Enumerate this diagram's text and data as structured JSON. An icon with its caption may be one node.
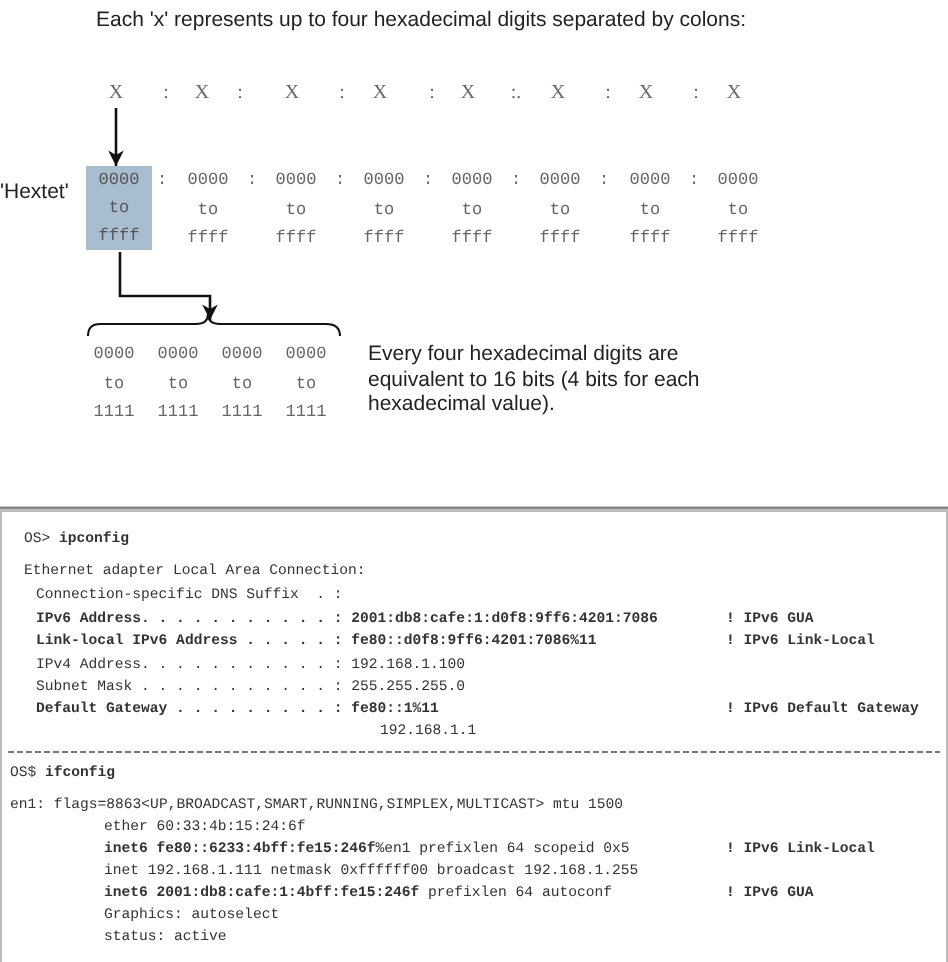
{
  "diagram": {
    "title": "Each 'x' represents up to four hexadecimal digits separated by colons:",
    "nodes": [
      {
        "text": [
          "X"
        ]
      },
      {
        "text": [
          "0000 to ffff"
        ],
        "beside": [
          "'Hextet'"
        ]
      },
      {
        "text": [
          "0000 to 1111",
          "0000 to 1111",
          "0000 to 1111",
          "0000 to 1111"
        ]
      }
    ],
    "edges": [
      {
        "from": 0,
        "to": 1,
        "arrow": "to"
      },
      {
        "from": 1,
        "to": 2,
        "arrow": "to"
      }
    ],
    "labels": [
      ":",
      "X",
      ":",
      "X",
      ":",
      "X",
      ":",
      "X",
      ":.",
      "X",
      ":",
      "X",
      ":",
      "X",
      ":",
      "0000 to ffff",
      ":",
      "0000 to ffff",
      ":",
      "0000 to ffff",
      ":",
      "0000 to ffff",
      ":",
      "0000 to ffff",
      ":",
      "0000 to ffff",
      ":",
      "0000 to ffff",
      "Every four hexadecimal digits are equivalent to 16 bits (4 bits for each hexadecimal value).",
      "OS> **ipconfig**",
      "Ethernet adapter Local Area Connection:",
      "Connection-specific DNS Suffix  . :",
      "**IPv6 Address. . . . . . . . . . . : 2001:db8:cafe:1:d0f8:9ff6:4201:7086**",
      "**! IPv6 GUA**",
      "**Link-local IPv6 Address . . . . . : fe80::d0f8:9ff6:4201:7086%11**",
      "**! IPv6 Link-Local**",
      "IPv4 Address. . . . . . . . . . . : 192.168.1.100",
      "Subnet Mask . . . . . . . . . . . : 255.255.255.0",
      "**Default Gateway . . . . . . . . . : fe80::1%11**",
      "**! IPv6 Default Gateway**",
      "192.168.1.1",
      "OS$ **ifconfig**",
      "en1: flags=8863<UP,BROADCAST,SMART,RUNNING,SIMPLEX,MULTICAST> mtu 1500",
      "ether 60:33:4b:15:24:6f",
      "**inet6 fe80::6233:4bff:fe15:246f**%en1 prefixlen 64 scopeid 0x5",
      "**! IPv6 Link-Local**",
      "inet 192.168.1.111 netmask 0xffffff00 broadcast 192.168.1.255",
      "**inet6 2001:db8:cafe:1:4bff:fe15:246f** prefixlen 64 autoconf",
      "**! IPv6 GUA**",
      "Graphics: autoselect",
      "status: active"
    ]
  }
}
